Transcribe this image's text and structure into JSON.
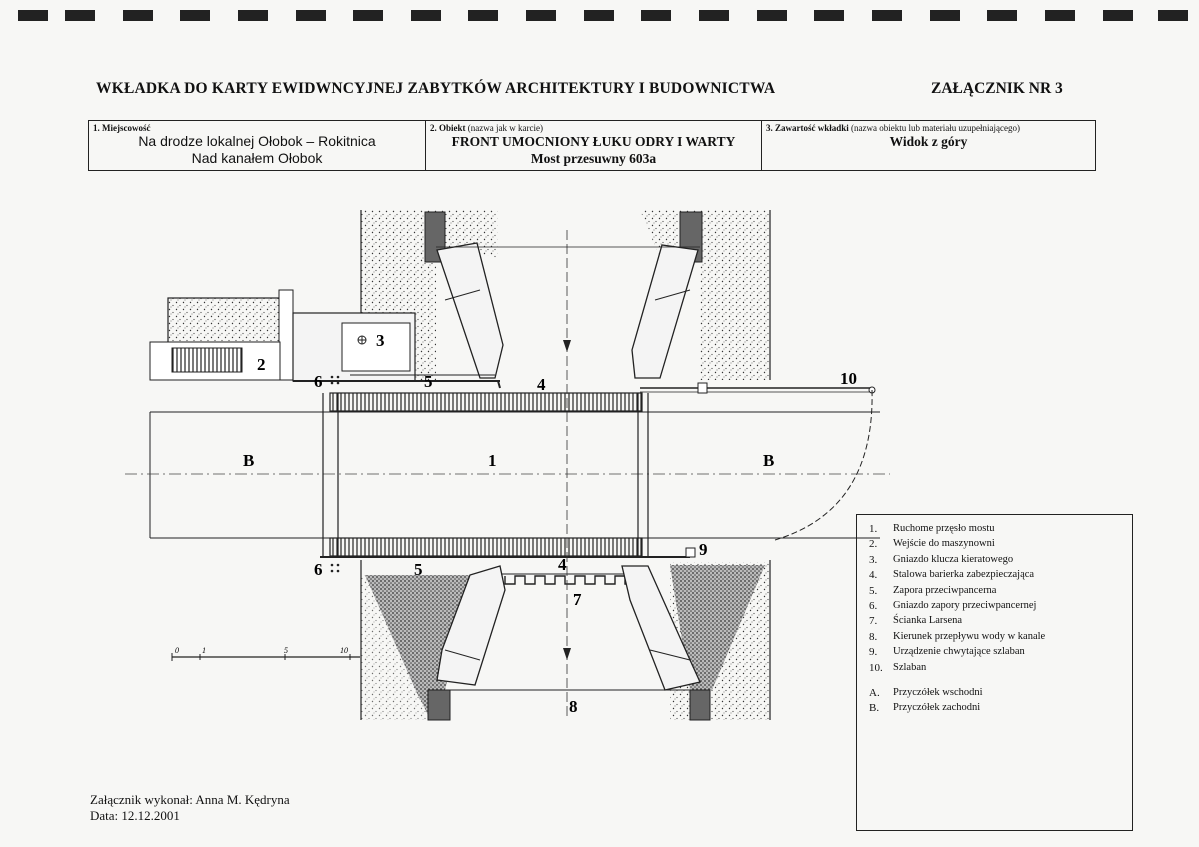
{
  "header": {
    "title": "WKŁADKA DO KARTY EWIDWNCYJNEJ ZABYTKÓW ARCHITEKTURY I BUDOWNICTWA",
    "annex": "ZAŁĄCZNIK NR 3"
  },
  "fields": {
    "miejscowosc_label": "1. Miejscowość",
    "miejscowosc_line1": "Na drodze lokalnej Ołobok – Rokitnica",
    "miejscowosc_line2": "Nad kanałem Ołobok",
    "obiekt_label_bold": "2. Obiekt",
    "obiekt_label_note": " (nazwa jak w karcie)",
    "obiekt_line1": "FRONT UMOCNIONY ŁUKU ODRY I WARTY",
    "obiekt_line2": "Most przesuwny 603a",
    "zawartosc_label_bold": "3. Zawartość wkładki",
    "zawartosc_label_note": " (nazwa obiektu lub materiału uzupełniającego)",
    "zawartosc_value": "Widok z góry"
  },
  "drawing": {
    "labels": {
      "n1": "1",
      "n2": "2",
      "n3": "3",
      "n4": "4",
      "n5": "5",
      "n6": "6",
      "n7": "7",
      "n8": "8",
      "n9": "9",
      "n10": "10",
      "bl": "B",
      "br": "B"
    },
    "scale_ticks": [
      "0",
      "1",
      "5",
      "10"
    ]
  },
  "legend": [
    {
      "num": "1.",
      "text": "Ruchome przęsło mostu"
    },
    {
      "num": "2.",
      "text": "Wejście do maszynowni"
    },
    {
      "num": "3.",
      "text": "Gniazdo klucza kieratowego"
    },
    {
      "num": "4.",
      "text": "Stalowa barierka zabezpieczająca"
    },
    {
      "num": "5.",
      "text": "Zapora przeciwpancerna"
    },
    {
      "num": "6.",
      "text": "Gniazdo zapory przeciwpancernej"
    },
    {
      "num": "7.",
      "text": "Ścianka Larsena"
    },
    {
      "num": "8.",
      "text": "Kierunek przepływu wody w kanale"
    },
    {
      "num": "9.",
      "text": "Urządzenie chwytające szlaban"
    },
    {
      "num": "10.",
      "text": "Szlaban"
    },
    {
      "num": "A.",
      "text": "Przyczółek wschodni"
    },
    {
      "num": "B.",
      "text": "Przyczółek zachodni"
    }
  ],
  "footer": {
    "author": "Załącznik wykonał: Anna M. Kędryna",
    "date": "Data: 12.12.2001"
  }
}
